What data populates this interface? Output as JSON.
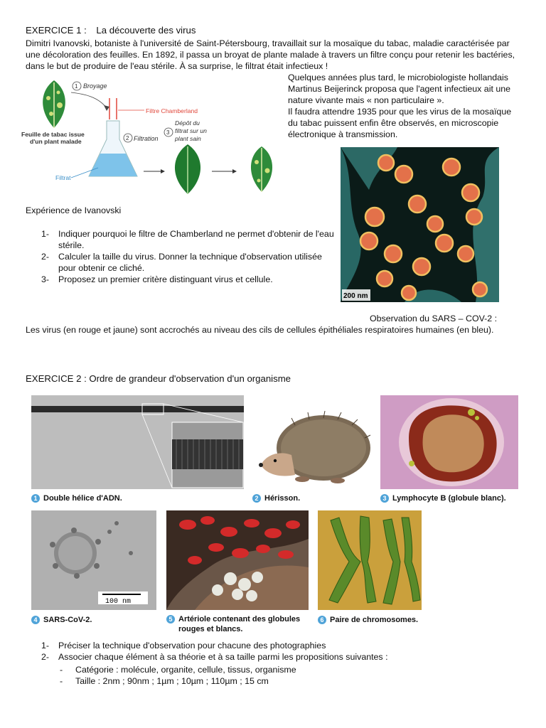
{
  "ex1": {
    "title_prefix": "EXERCICE 1 :",
    "title_name": "La découverte des virus",
    "intro": "Dimitri Ivanovski, botaniste à l'université de Saint-Pétersbourg, travaillait sur la mosaïque du tabac, maladie caractérisée par une décoloration des feuilles. En 1892, il passa un broyat de plante malade à travers un filtre conçu pour retenir les bactéries, dans le but de produire de l'eau stérile. À sa surprise, le filtrat était infectieux !",
    "right_text": "Quelques années plus tard, le microbiologiste hollandais Martinus Beijerinck proposa que l'agent infectieux ait une nature vivante mais « non particulaire ».",
    "right_text2": "Il faudra attendre 1935 pour que les virus de la mosaïque du tabac puissent enfin être observés, en microscopie électronique à transmission.",
    "diagram": {
      "broyage": "Broyage",
      "num1": "1",
      "filtre": "Filtre Chamberland",
      "num2": "2",
      "filtration": "Filtration",
      "num3": "3",
      "depot_l1": "Dépôt du",
      "depot_l2": "filtrat sur un",
      "depot_l3": "plant sain",
      "feuille_l1": "Feuille de tabac issue",
      "feuille_l2": "d'un plant malade",
      "filtrat": "Filtrat"
    },
    "experience_caption": "Expérience de Ivanovski",
    "questions": [
      {
        "num": "1-",
        "text": "Indiquer pourquoi le filtre de Chamberland ne permet d'obtenir de l'eau stérile."
      },
      {
        "num": "2-",
        "text": "Calculer la taille du virus. Donner la technique d'observation utilisée pour obtenir ce cliché."
      },
      {
        "num": "3-",
        "text": "Proposez un premier critère distinguant virus et cellule."
      }
    ],
    "scale_bar": "200 nm",
    "obs_caption": "Observation du SARS – COV-2 :",
    "obs_text": "Les virus (en rouge et jaune) sont accrochés au niveau des cils de cellules épithéliales respiratoires humaines (en bleu)."
  },
  "ex2": {
    "title": "EXERCICE 2 : Ordre de grandeur d'observation d'un organisme",
    "photos": [
      {
        "num": "1",
        "label": "Double hélice d'ADN."
      },
      {
        "num": "2",
        "label": "Hérisson."
      },
      {
        "num": "3",
        "label": "Lymphocyte B (globule blanc)."
      },
      {
        "num": "4",
        "label": "SARS-CoV-2."
      },
      {
        "num": "5",
        "label_l1": "Artériole contenant des globules",
        "label_l2": "rouges et blancs."
      },
      {
        "num": "6",
        "label": "Paire de chromosomes."
      }
    ],
    "sars_scale": "100 nm",
    "questions": [
      {
        "num": "1-",
        "text": "Préciser la technique d'observation pour chacune des photographies"
      },
      {
        "num": "2-",
        "text": "Associer chaque élément à sa théorie et à sa taille parmi les propositions suivantes :"
      }
    ],
    "sub_items": [
      {
        "bullet": "-",
        "text": "Catégorie : molécule, organite, cellule, tissus, organisme"
      },
      {
        "bullet": "-",
        "text": "Taille : 2nm ; 90nm ; 1µm ; 10µm ; 110µm ; 15 cm"
      }
    ]
  },
  "colors": {
    "accent_blue": "#4fa3d8",
    "filter_red": "#e0463a",
    "leaf_green": "#2e8b3a"
  }
}
